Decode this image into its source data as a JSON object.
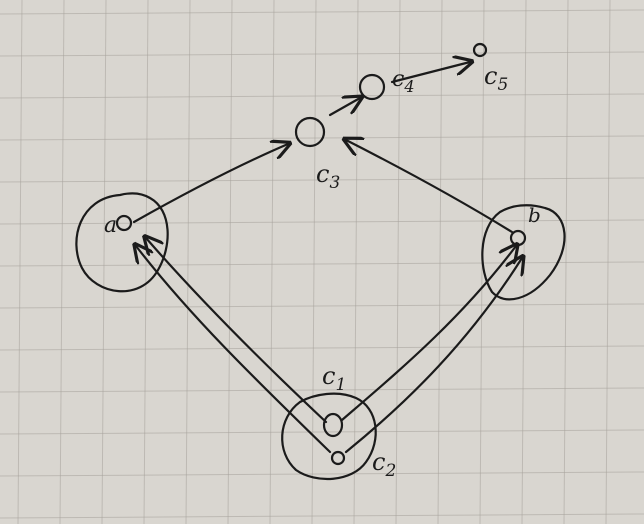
{
  "diagram": {
    "nodes": [
      {
        "id": "a",
        "label": "a"
      },
      {
        "id": "b",
        "label": "b"
      },
      {
        "id": "c1",
        "label": "c",
        "subscript": "1"
      },
      {
        "id": "c2",
        "label": "c",
        "subscript": "2"
      },
      {
        "id": "c3",
        "label": "c",
        "subscript": "3"
      },
      {
        "id": "c4",
        "label": "c",
        "subscript": "4"
      },
      {
        "id": "c5",
        "label": "c",
        "subscript": "5"
      }
    ],
    "edges": [
      {
        "from": "a",
        "to": "c3"
      },
      {
        "from": "b",
        "to": "c3"
      },
      {
        "from": "c3",
        "to": "c4"
      },
      {
        "from": "c4",
        "to": "c5"
      },
      {
        "from": "c1",
        "to": "a"
      },
      {
        "from": "c2",
        "to": "a"
      },
      {
        "from": "c1",
        "to": "b"
      },
      {
        "from": "c2",
        "to": "b"
      }
    ],
    "groups": [
      {
        "id": "group-a",
        "members": [
          "a"
        ]
      },
      {
        "id": "group-b",
        "members": [
          "b"
        ]
      },
      {
        "id": "group-c1-c2",
        "members": [
          "c1",
          "c2"
        ]
      }
    ]
  }
}
